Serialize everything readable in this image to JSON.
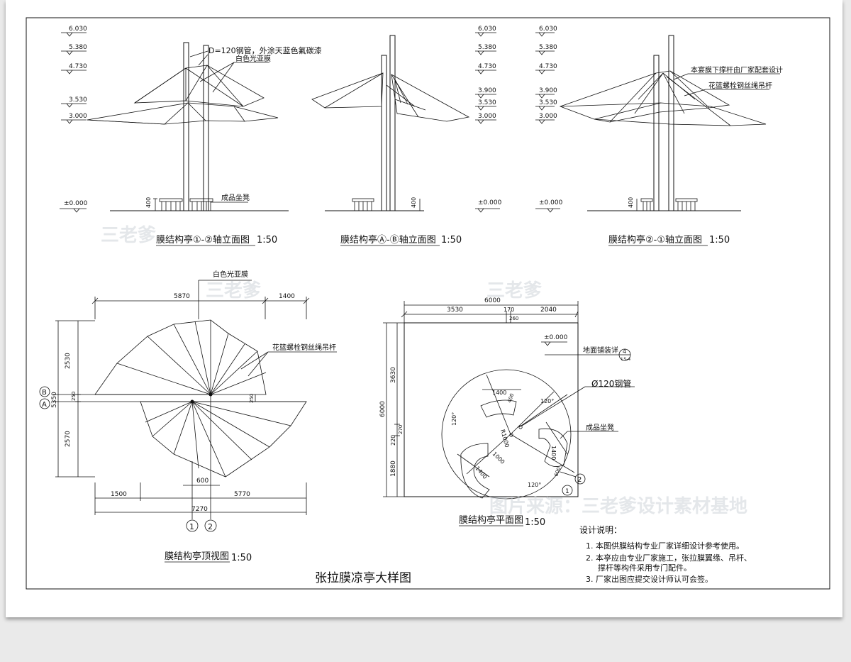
{
  "sheet_title": "张拉膜凉亭大样图",
  "elev1": {
    "title": "膜结构亭①-②轴立面图",
    "scale": "1:50",
    "levels": [
      "6.030",
      "5.380",
      "4.730",
      "3.530",
      "3.000",
      "±0.000"
    ],
    "note_pipe": "D=120钢管，外涂天蓝色氟碳漆",
    "note_membrane": "白色光亚膜",
    "note_bench": "成品坐凳",
    "dim_400": "400"
  },
  "elev2": {
    "title": "膜结构亭Ⓐ-Ⓑ轴立面图",
    "scale": "1:50",
    "levels": [
      "6.030",
      "5.380",
      "4.730",
      "3.900",
      "3.530",
      "3.000",
      "±0.000"
    ],
    "dim_400": "400"
  },
  "elev3": {
    "title": "膜结构亭②-①轴立面图",
    "scale": "1:50",
    "levels": [
      "6.030",
      "5.380",
      "4.730",
      "3.900",
      "3.530",
      "3.000",
      "±0.000"
    ],
    "note_struts": "本宴膜下撑杆由厂家配套设计",
    "note_wire": "花篮螺栓钢丝绳吊杆",
    "dim_400": "400"
  },
  "top_view": {
    "title": "膜结构亭顶视图",
    "scale": "1:50",
    "note_membrane": "白色光亚膜",
    "note_wire": "花篮螺栓钢丝绳吊杆",
    "dims_top": [
      "5870",
      "1400"
    ],
    "dims_left": [
      "2530",
      "250",
      "5350",
      "2570"
    ],
    "dim_250_right": "250",
    "dim_600": "600",
    "dims_bottom": [
      "1500",
      "5770"
    ],
    "dim_total": "7270",
    "axis_b": "B",
    "axis_a": "A",
    "axis_1": "1",
    "axis_2": "2"
  },
  "plan": {
    "title": "膜结构亭平面图",
    "scale": "1:50",
    "dims_top": [
      "6000",
      "3530",
      "170",
      "2040",
      "260"
    ],
    "dims_left": [
      "3630",
      "6000",
      "270",
      "220",
      "1880"
    ],
    "level": "±0.000",
    "note_paving": "地面铺装详",
    "ref_num": "4",
    "ref_sheet": "LS-4",
    "note_pipe": "Ø120钢管",
    "note_bench": "成品坐凳",
    "angles": [
      "120°",
      "120°",
      "120°"
    ],
    "dims_bench": [
      "1400",
      "400",
      "R1000",
      "1400",
      "1000",
      "1400",
      "600"
    ],
    "axis_2": "2",
    "axis_1": "1"
  },
  "notes": {
    "heading": "设计说明：",
    "items": [
      "1. 本图供膜结构专业厂家详细设计参考使用。",
      "2. 本亭应由专业厂家施工，张拉膜翼缘、吊杆、",
      "撑杆等构件采用专门配件。",
      "3. 厂家出图应提交设计师认可会签。"
    ]
  },
  "watermark": {
    "mark": "三老爹",
    "site": "图片来源：三老爹设计素材基地"
  }
}
